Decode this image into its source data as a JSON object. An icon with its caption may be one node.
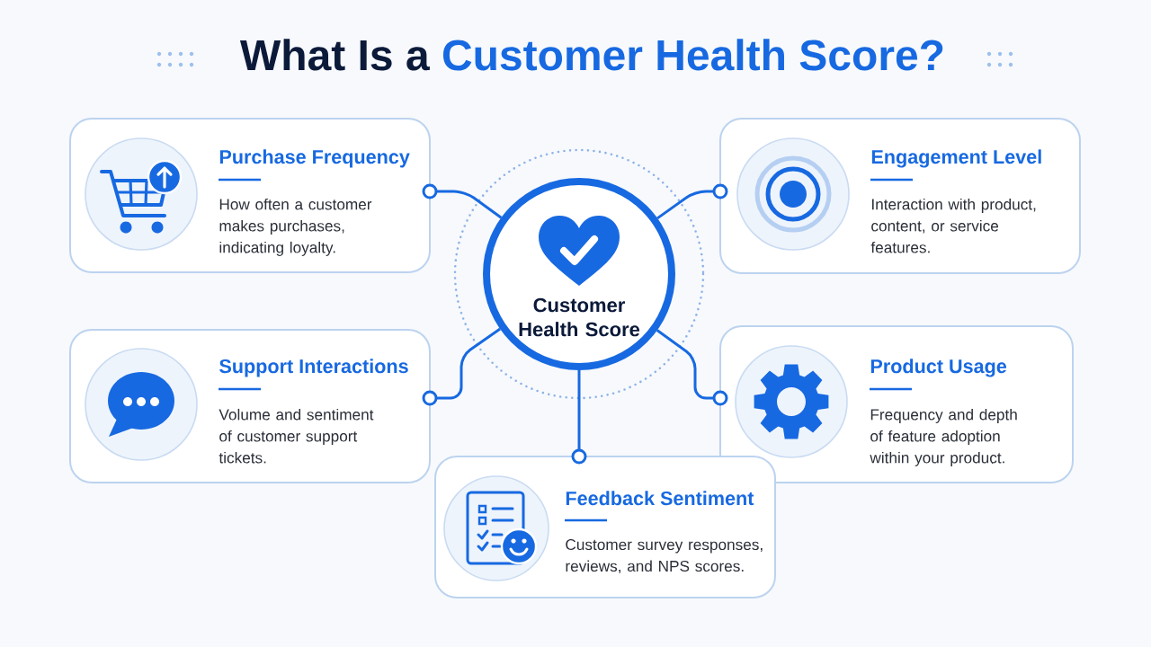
{
  "diagram": {
    "title": "What Is a Customer Health Score?",
    "nodes": [
      {
        "text": [
          "Purchase Frequency",
          "How often a customer makes purchases, indicating loyalty."
        ]
      },
      {
        "text": [
          "Engagement Level",
          "Interaction with product, content, or service features."
        ]
      },
      {
        "text": [
          "Customer Health Score"
        ]
      },
      {
        "text": [
          "Support Interactions",
          "Volume and sentiment of customer support tickets."
        ]
      },
      {
        "text": [
          "Product Usage",
          "Frequency and depth of feature adoption within your product."
        ]
      },
      {
        "text": [
          "Feedback Sentiment",
          "Customer survey responses, reviews, and NPS scores."
        ]
      }
    ],
    "edges": [
      {
        "from": 2,
        "to": 0,
        "arrow": "other"
      },
      {
        "from": 2,
        "to": 1,
        "arrow": "other"
      },
      {
        "from": 2,
        "to": 3,
        "arrow": "other"
      },
      {
        "from": 2,
        "to": 4,
        "arrow": "other"
      },
      {
        "from": 2,
        "to": 5,
        "arrow": "other"
      }
    ]
  }
}
